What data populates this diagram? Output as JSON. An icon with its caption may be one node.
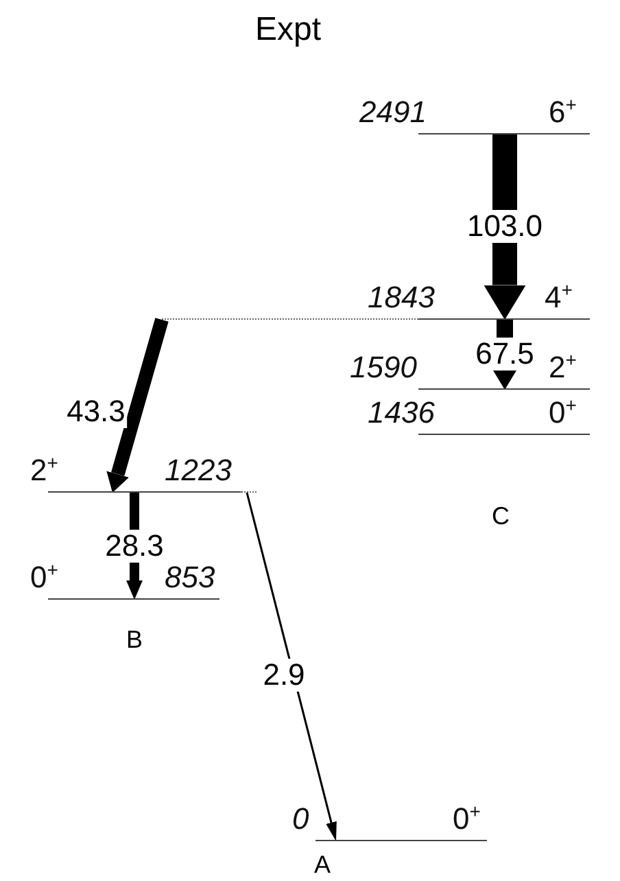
{
  "diagram": {
    "title": "Expt",
    "nodes": [
      {
        "text": [
          "2491",
          "6$^{+}$"
        ]
      },
      {
        "text": [
          "1843",
          "4$^{+}$"
        ]
      },
      {
        "text": [
          "1590",
          "2$^{+}$"
        ]
      },
      {
        "text": [
          "1436",
          "0$^{+}$"
        ]
      },
      {
        "text": [
          "2$^{+}$",
          "1223"
        ]
      },
      {
        "text": [
          "0$^{+}$",
          "853"
        ]
      },
      {
        "text": [
          "0",
          "0$^{+}$"
        ]
      }
    ],
    "edges": [
      {
        "from": 0,
        "to": 1,
        "arrow": "to",
        "label": "103.0",
        "style": "thick"
      },
      {
        "from": 1,
        "to": 2,
        "arrow": "to",
        "label": "67.5"
      },
      {
        "from": 1,
        "to": 4,
        "arrow": "to",
        "label": "43.3"
      },
      {
        "from": 4,
        "to": 5,
        "arrow": "to",
        "label": "28.3"
      },
      {
        "from": 4,
        "to": 6,
        "arrow": "to",
        "label": "2.9"
      }
    ],
    "labels": [
      "C",
      "B",
      "A"
    ]
  }
}
